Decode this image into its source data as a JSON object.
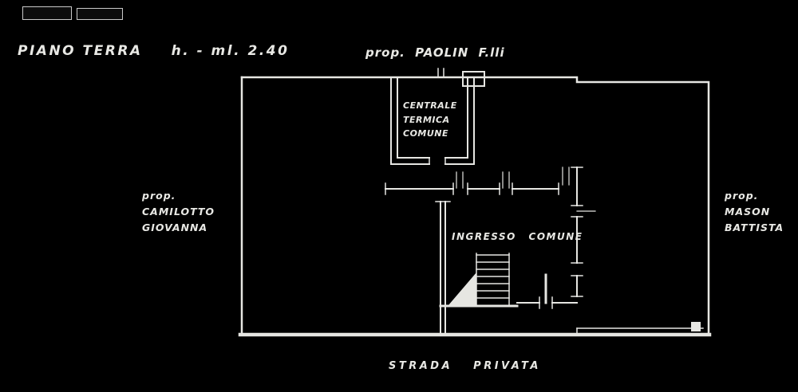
{
  "colors": {
    "background": "#000000",
    "ink": "#e8e8e4"
  },
  "header": {
    "plan_title": "PIANO TERRA",
    "height_note": "h. - ml. 2.40",
    "top_owner": "prop. PAOLIN F.lli"
  },
  "owners": {
    "left": {
      "prefix": "prop.",
      "name_line1": "CAMILOTTO",
      "name_line2": "GIOVANNA"
    },
    "right": {
      "prefix": "prop.",
      "name_line1": "MASON",
      "name_line2": "BATTISTA"
    }
  },
  "rooms": {
    "boiler_room": {
      "line1": "CENTRALE",
      "line2": "TERMICA",
      "line3": "COMUNE"
    },
    "entrance_hall": "INGRESSO COMUNE"
  },
  "street_label": "STRADA PRIVATA"
}
